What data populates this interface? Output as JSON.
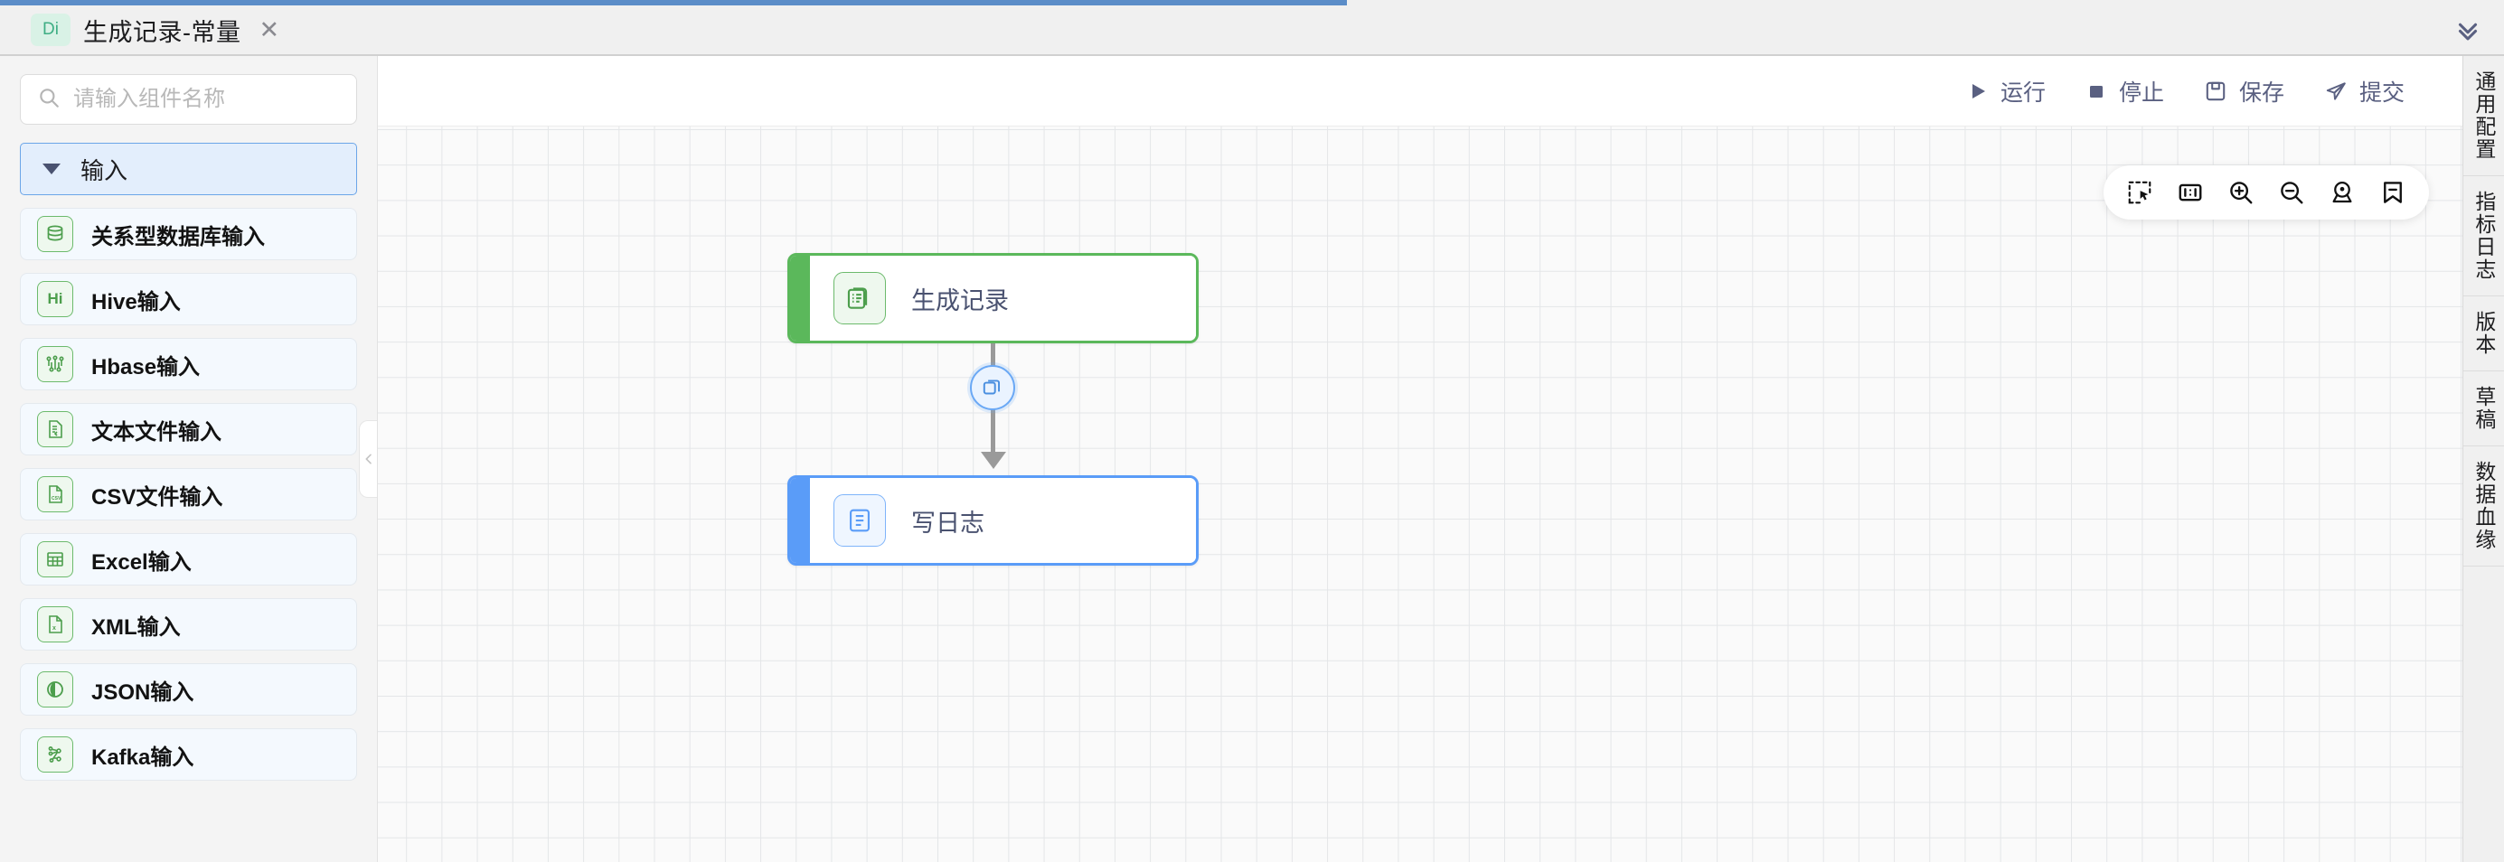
{
  "window": {
    "tab": {
      "badge": "Di",
      "title": "生成记录-常量",
      "close_glyph": "✕"
    },
    "collapse_all_icon": "double-chevron-down-icon",
    "accent_color": "#5b8dc8"
  },
  "left_panel": {
    "search": {
      "placeholder": "请输入组件名称",
      "value": "",
      "icon": "search-icon"
    },
    "group": {
      "label": "输入",
      "expanded": true,
      "caret_icon": "caret-down-icon"
    },
    "components": [
      {
        "label": "关系型数据库输入",
        "icon": "database-icon"
      },
      {
        "label": "Hive输入",
        "icon": "hive-icon",
        "glyph": "Hi"
      },
      {
        "label": "Hbase输入",
        "icon": "hbase-icon"
      },
      {
        "label": "文本文件输入",
        "icon": "text-file-icon"
      },
      {
        "label": "CSV文件输入",
        "icon": "csv-file-icon",
        "glyph": "CSV"
      },
      {
        "label": "Excel输入",
        "icon": "excel-icon"
      },
      {
        "label": "XML输入",
        "icon": "xml-file-icon",
        "glyph": "x"
      },
      {
        "label": "JSON输入",
        "icon": "json-icon"
      },
      {
        "label": "Kafka输入",
        "icon": "kafka-icon"
      }
    ],
    "collapse_handle_icon": "chevron-left-icon"
  },
  "action_bar": {
    "buttons": [
      {
        "label": "运行",
        "icon": "play-icon"
      },
      {
        "label": "停止",
        "icon": "stop-icon"
      },
      {
        "label": "保存",
        "icon": "save-icon"
      },
      {
        "label": "提交",
        "icon": "send-icon"
      }
    ],
    "text_color": "#5a6081"
  },
  "canvas": {
    "toolbar": [
      {
        "icon": "marquee-select-icon",
        "name": "select-tool"
      },
      {
        "icon": "actual-size-icon",
        "name": "fit-actual-size-tool"
      },
      {
        "icon": "zoom-in-icon",
        "name": "zoom-in-tool"
      },
      {
        "icon": "zoom-out-icon",
        "name": "zoom-out-tool"
      },
      {
        "icon": "locate-icon",
        "name": "locate-tool"
      },
      {
        "icon": "bookmark-minus-icon",
        "name": "bookmark-tool"
      }
    ],
    "grid": {
      "background": "#fafafa",
      "line_color": "#e4e6e8",
      "cell_size": 39
    },
    "nodes": [
      {
        "id": "node-generate-record",
        "title": "生成记录",
        "icon": "generate-record-icon",
        "accent_color": "#5bb85b",
        "state": "success"
      },
      {
        "id": "node-write-log",
        "title": "写日志",
        "icon": "write-log-icon",
        "accent_color": "#5a9cf8",
        "state": "selected"
      }
    ],
    "edge": {
      "from": "node-generate-record",
      "to": "node-write-log",
      "color": "#9a9a9a",
      "badge_icon": "copy-icon"
    }
  },
  "right_rail": {
    "tabs": [
      {
        "label": "通用配置"
      },
      {
        "label": "指标日志"
      },
      {
        "label": "版本"
      },
      {
        "label": "草稿"
      },
      {
        "label": "数据血缘"
      }
    ]
  }
}
